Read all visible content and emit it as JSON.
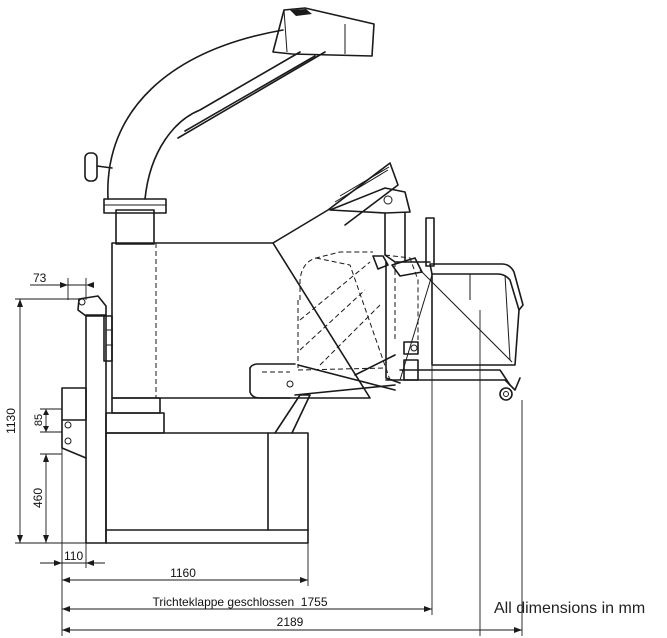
{
  "dimensions": {
    "height_total": "1130",
    "height_lower": "460",
    "height_small": "85",
    "top_offset": "73",
    "bottom_offset": "110",
    "width_base": "1160",
    "width_closed": "Trichteklappe geschlossen  1755",
    "width_total": "2189"
  },
  "note": "All dimensions in mm"
}
